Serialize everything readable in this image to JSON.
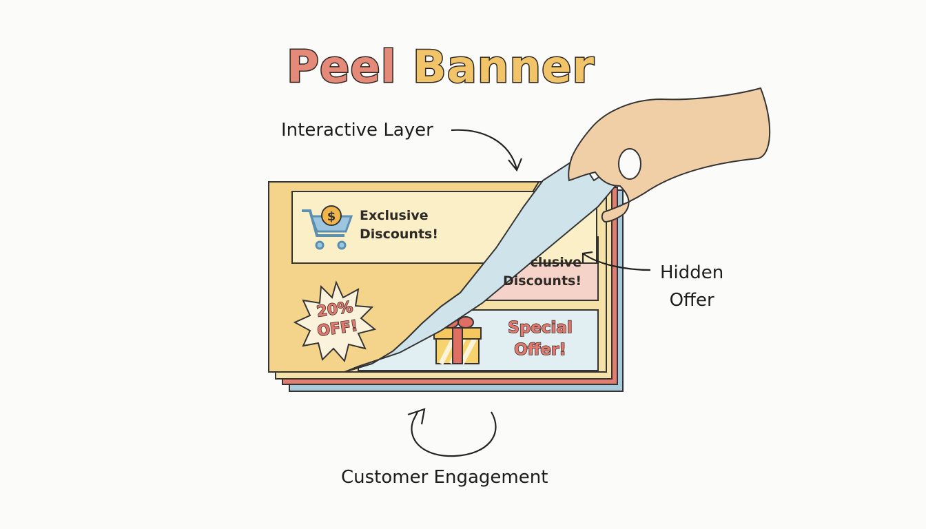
{
  "title": {
    "words": [
      "Peel",
      "Banner"
    ],
    "colors": {
      "coral": "#e58a78",
      "gold": "#f2c46a",
      "orange": "#ee9274",
      "outline": "#2a2622"
    }
  },
  "annotations": {
    "interactive_layer": "Interactive Layer",
    "hidden_offer_line1": "Hidden",
    "hidden_offer_line2": "Offer",
    "customer_engagement": "Customer Engagement"
  },
  "banner": {
    "top_layer": {
      "panel_line1": "Exclusive",
      "panel_line2": "Discounts!",
      "icon": "shopping-cart-dollar-icon",
      "badge_line1": "20%",
      "badge_line2": "OFF!",
      "color": "#f5d98f"
    },
    "hidden_layer": {
      "panel_line1": "clusive",
      "panel_line2": "Discounts!",
      "offer_line1": "Special",
      "offer_line2": "Offer!",
      "icon": "gift-box-icon",
      "peel_color": "#cfe3ea",
      "pink_panel_color": "#f5d3c9"
    },
    "layer_colors": [
      "#f5e2a6",
      "#e07a6c",
      "#9cc3d6"
    ]
  },
  "hand": {
    "icon": "hand-peeling-icon",
    "skin_color": "#f1cfa6"
  }
}
